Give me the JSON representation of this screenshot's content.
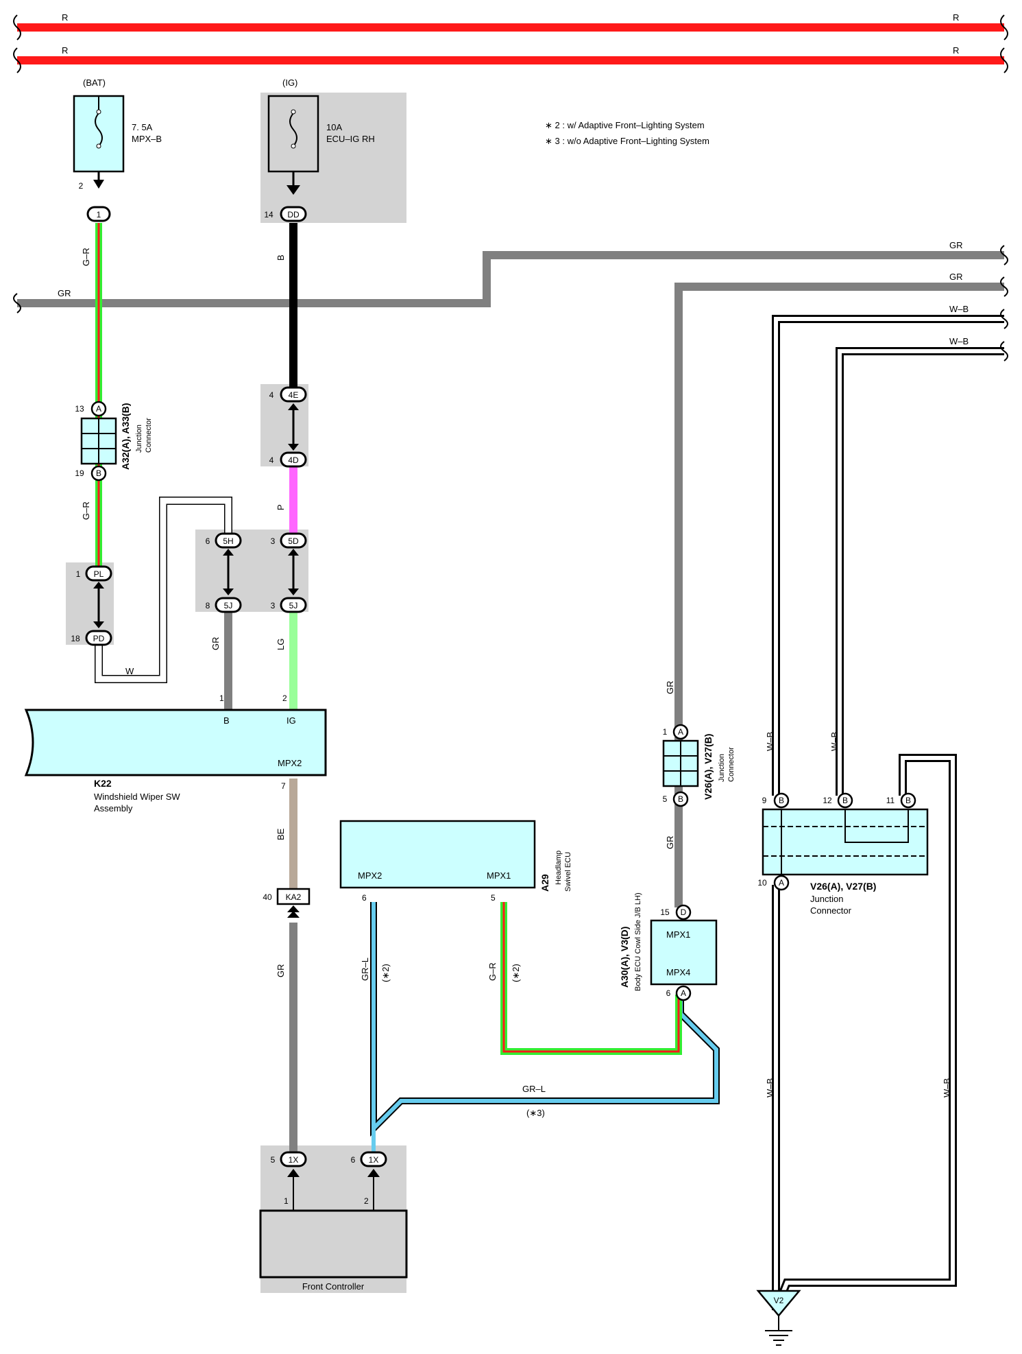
{
  "notes": [
    "∗ 2 : w/ Adaptive Front–Lighting System",
    "∗ 3 : w/o Adaptive Front–Lighting System"
  ],
  "power": {
    "bat": "(BAT)",
    "ig": "(IG)",
    "bus_color": "R"
  },
  "fuses": {
    "mpxb": {
      "rating": "7. 5A",
      "name": "MPX–B"
    },
    "ecuig": {
      "rating": "10A",
      "name": "ECU–IG RH"
    }
  },
  "wires": {
    "gr": "GR",
    "wb": "W–B",
    "gr_l": "GR–L",
    "g_r": "G–R",
    "b": "B",
    "p": "P",
    "lg": "LG",
    "w": "W",
    "be": "BE",
    "star2": "(∗2)",
    "star3": "(∗3)"
  },
  "pins": {
    "n1": "1",
    "n2": "2",
    "n3": "3",
    "n4": "4",
    "n5": "5",
    "n6": "6",
    "n7": "7",
    "n8": "8",
    "n9": "9",
    "n10": "10",
    "n11": "11",
    "n12": "12",
    "n13": "13",
    "n14": "14",
    "n15": "15",
    "n18": "18",
    "n19": "19",
    "n40": "40"
  },
  "connector_codes": {
    "c1": "1",
    "dd": "DD",
    "a": "A",
    "b": "B",
    "d": "D",
    "pl": "PL",
    "pd": "PD",
    "e4": "4E",
    "d4": "4D",
    "h5": "5H",
    "d5": "5D",
    "j5": "5J",
    "ka2": "KA2",
    "x1": "1X",
    "v2": "V2"
  },
  "components": {
    "k22": {
      "code": "K22",
      "name1": "Windshield Wiper SW",
      "name2": "Assembly",
      "pin_b": "B",
      "pin_ig": "IG",
      "pin_mpx2": "MPX2"
    },
    "a29": {
      "code": "A29",
      "name1": "Headlamp",
      "name2": "Swivel ECU",
      "mpx2": "MPX2",
      "mpx1": "MPX1"
    },
    "a30": {
      "code": "A30(A), V3(D)",
      "name": "Body ECU Cowl Side J/B LH)",
      "mpx1": "MPX1",
      "mpx4": "MPX4"
    },
    "a32": {
      "code": "A32(A), A33(B)",
      "name1": "Junction",
      "name2": "Connector"
    },
    "v26": {
      "code": "V26(A), V27(B)",
      "name1": "Junction",
      "name2": "Connector"
    },
    "front": {
      "name": "Front Controller"
    }
  },
  "colors": {
    "red": "#ff1a1a",
    "gray": "#808080",
    "black": "#000000",
    "green": "#33ee33",
    "pink": "#ff66ff",
    "lightgreen": "#99ff99",
    "tan": "#b8a898",
    "cyan": "#66ccee",
    "component_fill": "#ccffff",
    "shade": "#d3d3d3"
  }
}
